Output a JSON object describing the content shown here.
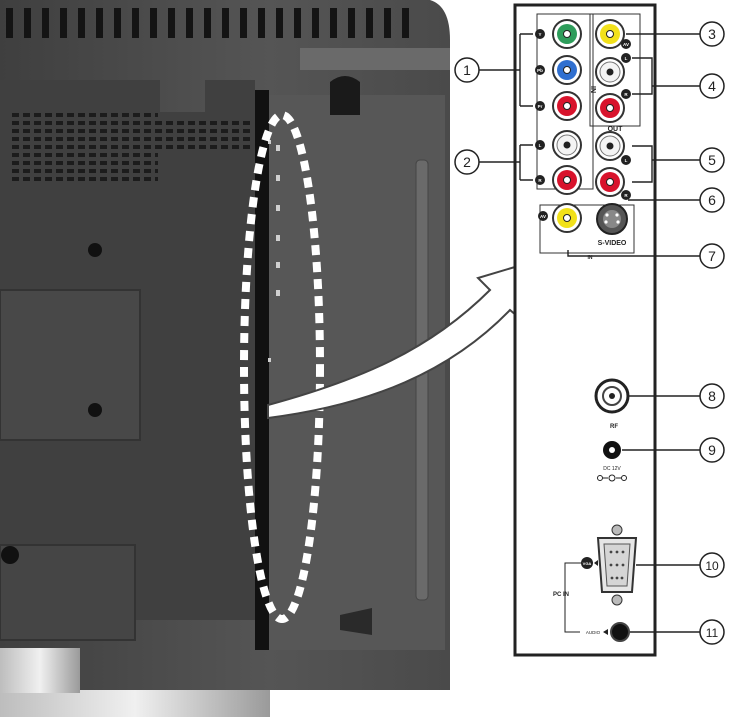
{
  "diagram": {
    "callouts": [
      "1",
      "2",
      "3",
      "4",
      "5",
      "6",
      "7",
      "8",
      "9",
      "10",
      "11"
    ],
    "port_labels": {
      "y": "Y",
      "pb": "Pb",
      "pr": "Pr",
      "in": "IN",
      "l": "L",
      "r": "R",
      "av_in": "AV",
      "out": "OUT",
      "av_out": "AV",
      "s_video": "S-VIDEO",
      "rf": "RF",
      "dc": "DC 12V",
      "vga": "VGA",
      "pc_in": "PC IN",
      "audio": "AUDIO"
    },
    "colors": {
      "panel_dark": "#4a4a4a",
      "panel_mid": "#5c5c5c",
      "green": "#2e9d5b",
      "blue": "#2f6fd0",
      "red": "#d8132c",
      "yellow": "#f2e11a",
      "white": "#f4f4f4"
    }
  }
}
